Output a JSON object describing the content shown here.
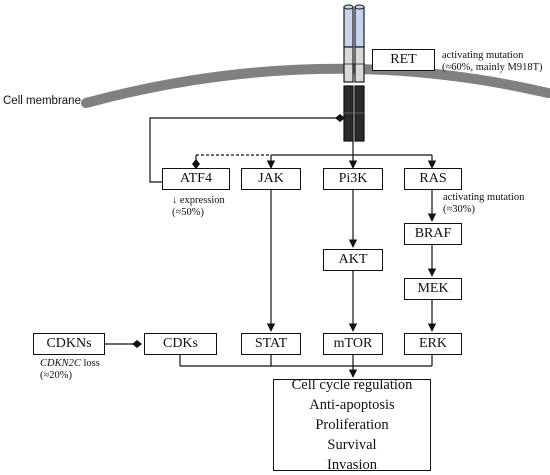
{
  "labels": {
    "cell_membrane": "Cell membrane",
    "ret_mutation_line1": "activating mutation",
    "ret_mutation_line2": "(≈60%, mainly M918T)",
    "atf4_note_line1": "↓ expression",
    "atf4_note_line2": "(≈50%)",
    "ras_mutation_line1": "activating mutation",
    "ras_mutation_line2": "(≈30%)",
    "cdkn2c_gene": "CDKN2C",
    "cdkn2c_loss": " loss",
    "cdkn2c_freq": "(≈20%)"
  },
  "nodes": {
    "ret": "RET",
    "atf4": "ATF4",
    "jak": "JAK",
    "pi3k": "Pi3K",
    "ras": "RAS",
    "braf": "BRAF",
    "akt": "AKT",
    "mek": "MEK",
    "cdkns": "CDKNs",
    "cdks": "CDKs",
    "stat": "STAT",
    "mtor": "mTOR",
    "erk": "ERK"
  },
  "outcomes": [
    "Cell cycle regulation",
    "Anti-apoptosis",
    "Proliferation",
    "Survival",
    "Invasion"
  ],
  "colors": {
    "membrane": "#808080",
    "receptor_top": "#c5d5ee",
    "receptor_mid": "#d9d9d9",
    "receptor_bottom": "#2b2b2b"
  }
}
